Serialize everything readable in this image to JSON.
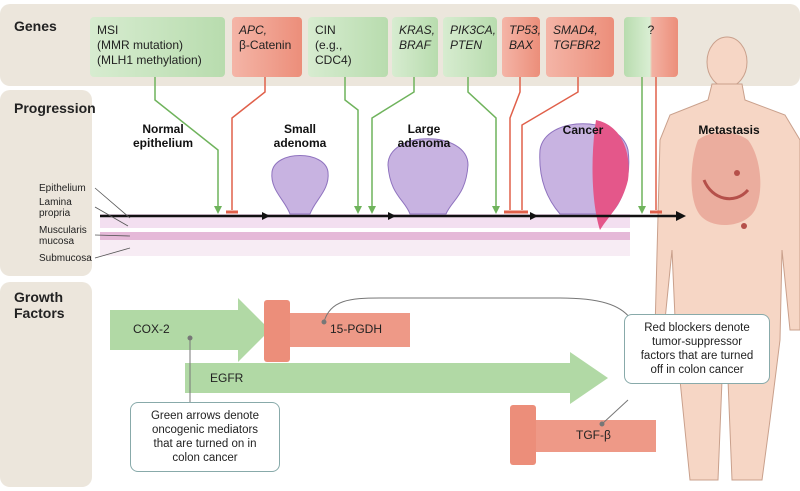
{
  "sections": {
    "genes": "Genes",
    "progression": "Progression",
    "growth_factors_line1": "Growth",
    "growth_factors_line2": "Factors"
  },
  "genes": [
    {
      "line1": "MSI",
      "line2": "(MMR mutation)",
      "line3": "(MLH1 methylation)",
      "color": "green"
    },
    {
      "line1": "APC,",
      "line2": "β-Catenin",
      "color": "red"
    },
    {
      "line1": "CIN",
      "line2": "(e.g., CDC4)",
      "color": "green"
    },
    {
      "line1": "KRAS,",
      "line2": "BRAF",
      "color": "green"
    },
    {
      "line1": "PIK3CA,",
      "line2": "PTEN",
      "color": "green"
    },
    {
      "line1": "TP53,",
      "line2": "BAX",
      "color": "red"
    },
    {
      "line1": "SMAD4,",
      "line2": "TGFBR2",
      "color": "red"
    },
    {
      "line1": "?",
      "color": "green-red"
    }
  ],
  "stages": {
    "normal_line1": "Normal",
    "normal_line2": "epithelium",
    "small_line1": "Small",
    "small_line2": "adenoma",
    "large_line1": "Large",
    "large_line2": "adenoma",
    "cancer": "Cancer",
    "metastasis": "Metastasis"
  },
  "layers": {
    "epithelium": "Epithelium",
    "lamina_line1": "Lamina",
    "lamina_line2": "propria",
    "muscularis_line1": "Muscularis",
    "muscularis_line2": "mucosa",
    "submucosa": "Submucosa"
  },
  "growth_factors": {
    "cox2": "COX-2",
    "pgdh": "15-PGDH",
    "egfr": "EGFR",
    "tgfb": "TGF-β"
  },
  "notes": {
    "green_line1": "Green arrows denote",
    "green_line2": "oncogenic mediators",
    "green_line3": "that are turned on in",
    "green_line4": "colon cancer",
    "red_line1": "Red blockers denote",
    "red_line2": "tumor-suppressor",
    "red_line3": "factors that are turned",
    "red_line4": "off in colon cancer"
  },
  "colors": {
    "green": "#a9d59b",
    "red": "#ec8e7a",
    "band": "#ece6dc"
  }
}
